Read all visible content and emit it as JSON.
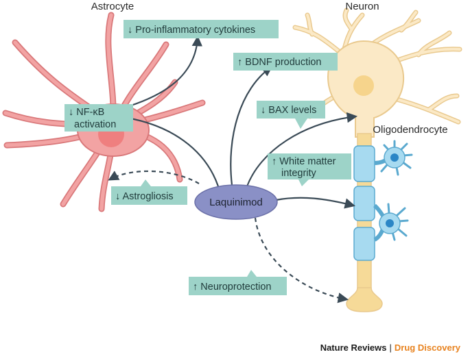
{
  "labels": {
    "astrocyte": "Astrocyte",
    "neuron": "Neuron",
    "oligodendrocyte": "Oligodendrocyte",
    "drug": "Laquinimod"
  },
  "effects": {
    "proinflammatory": "↓ Pro-inflammatory cytokines",
    "bdnf": "↑ BDNF production",
    "nfkb_line1": "↓ NF-κB",
    "nfkb_line2": "activation",
    "bax": "↓ BAX levels",
    "white_matter_line1": "↑ White matter",
    "white_matter_line2": "integrity",
    "astrogliosis": "↓ Astrogliosis",
    "neuroprotection": "↑ Neuroprotection"
  },
  "footer": {
    "journal": "Nature Reviews",
    "separator": "|",
    "section": "Drug Discovery"
  },
  "colors": {
    "box_fill": "#9dd3c8",
    "astrocyte_fill": "#f2a3a3",
    "astrocyte_stroke": "#d9787a",
    "astrocyte_nucleus": "#ef7f7f",
    "neuron_fill": "#fbe9c6",
    "neuron_stroke": "#e9c98e",
    "axon_fill": "#f6da98",
    "myelin_fill": "#a7daf0",
    "myelin_stroke": "#5aa9cf",
    "oligo_nucleus": "#2b86c6",
    "drug_fill": "#8a90c6",
    "arrow": "#3a4a56",
    "footer_accent": "#e8821e"
  }
}
